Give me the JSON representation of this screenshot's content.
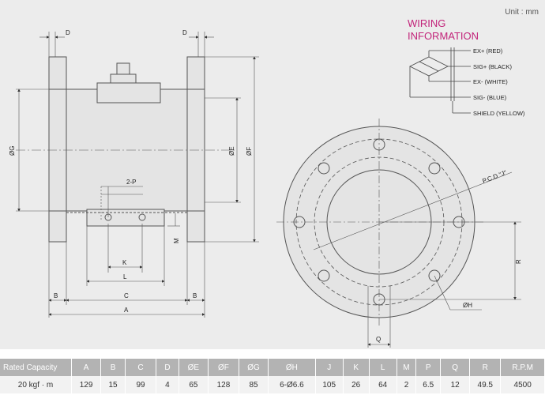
{
  "unit_label": "Unit : mm",
  "wiring": {
    "title_line1": "WIRING",
    "title_line2": "INFORMATION",
    "leads": [
      "EX+ (RED)",
      "SIG+ (BLACK)",
      "EX- (WHITE)",
      "SIG- (BLUE)",
      "SHIELD (YELLOW)"
    ]
  },
  "side_view": {
    "dim_D_left": "D",
    "dim_D_right": "D",
    "dim_G": "ØG",
    "dim_E": "ØE",
    "dim_F": "ØF",
    "dim_2P": "2-P",
    "dim_M": "M",
    "dim_K": "K",
    "dim_L": "L",
    "dim_B_left": "B",
    "dim_C": "C",
    "dim_B_right": "B",
    "dim_A": "A"
  },
  "front_view": {
    "dim_PCD": "P.C.D \"J\"",
    "dim_R": "R",
    "dim_H": "ØH",
    "dim_Q": "Q"
  },
  "spec_table": {
    "headers": [
      "Rated Capacity",
      "A",
      "B",
      "C",
      "D",
      "ØE",
      "ØF",
      "ØG",
      "ØH",
      "J",
      "K",
      "L",
      "M",
      "P",
      "Q",
      "R",
      "R.P.M"
    ],
    "rows": [
      [
        "20 kgf · m",
        "129",
        "15",
        "99",
        "4",
        "65",
        "128",
        "85",
        "6-Ø6.6",
        "105",
        "26",
        "64",
        "2",
        "6.5",
        "12",
        "49.5",
        "4500"
      ]
    ]
  }
}
